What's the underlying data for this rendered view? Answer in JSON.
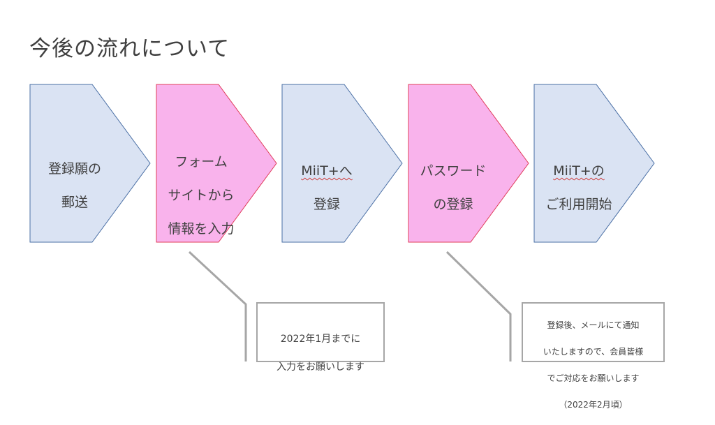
{
  "title": "今後の流れについて",
  "colors": {
    "blue_fill": "#dae3f3",
    "blue_stroke": "#4a6fa5",
    "pink_fill": "#f9b3ec",
    "pink_stroke": "#e03c5a",
    "connector": "#a6a6a6",
    "callout_border": "#a6a6a6"
  },
  "steps": [
    {
      "label_line1": "登録願の",
      "label_line2": "郵送",
      "label_line3": "",
      "color": "blue"
    },
    {
      "label_line1": "フォーム",
      "label_line2": "サイトから",
      "label_line3": "情報を入力",
      "color": "pink"
    },
    {
      "label_line1": "MiiT+へ",
      "label_line2": "登録",
      "label_line3": "",
      "color": "blue"
    },
    {
      "label_line1": "パスワード",
      "label_line2": "の登録",
      "label_line3": "",
      "color": "pink"
    },
    {
      "label_line1": "MiiT+の",
      "label_line2": "ご利用開始",
      "label_line3": "",
      "color": "blue"
    }
  ],
  "callouts": [
    {
      "line1": "2022年1月までに",
      "line2": "入力をお願いします",
      "line3": "",
      "line4": ""
    },
    {
      "line1": "登録後、メールにて通知",
      "line2": "いたしますので、会員皆様",
      "line3": "でご対応をお願いします",
      "line4": "（2022年2月頃）"
    }
  ]
}
